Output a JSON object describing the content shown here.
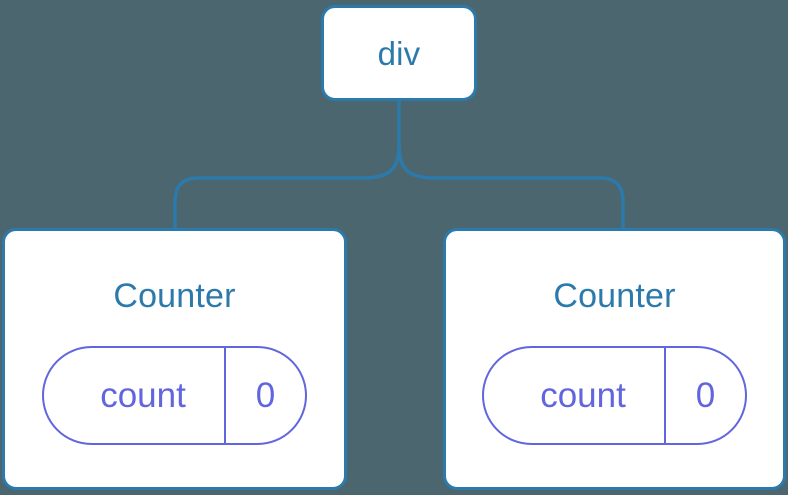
{
  "diagram": {
    "type": "component-tree",
    "background_color": "#4c6670",
    "node_border_color": "#2c7aab",
    "node_fill_color": "#ffffff",
    "node_text_color": "#2c7aab",
    "connector_color": "#2c7aab",
    "state_accent_color": "#6266de"
  },
  "root": {
    "label": "div"
  },
  "children": [
    {
      "label": "Counter",
      "state": {
        "key": "count",
        "value": "0"
      }
    },
    {
      "label": "Counter",
      "state": {
        "key": "count",
        "value": "0"
      }
    }
  ]
}
